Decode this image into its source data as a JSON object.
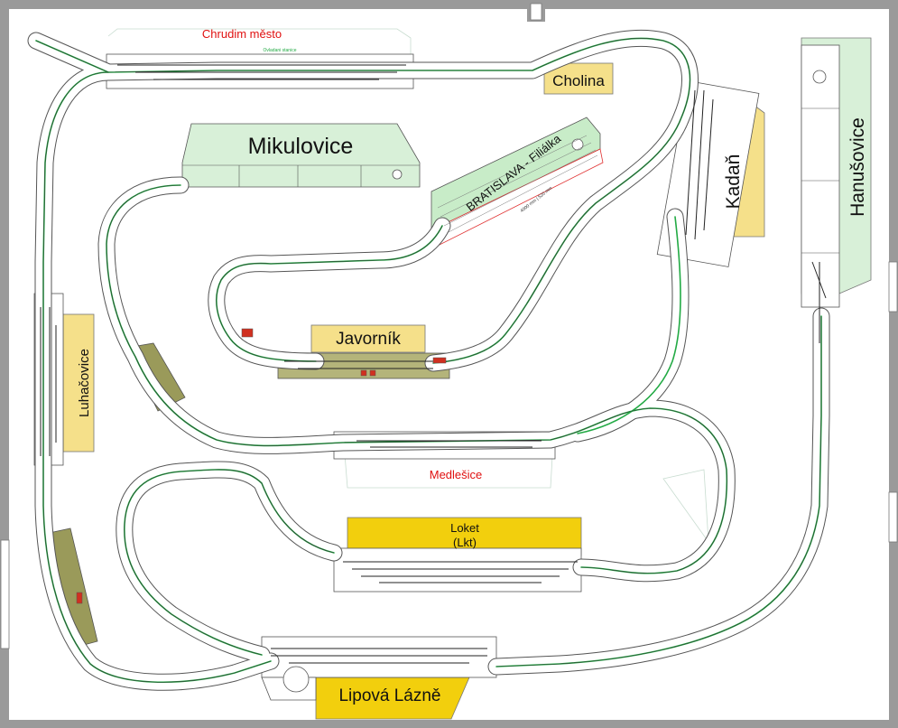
{
  "stations": {
    "chrudim": "Chrudim město",
    "chrudim_sub": "Ovladani stanice",
    "mikulovice": "Mikulovice",
    "bratislava": "BRATISLAVA - Filiálka",
    "bratislava_note": "4000 mm | 520 mm",
    "cholina": "Cholina",
    "kadan": "Kadaň",
    "hanusovice": "Hanušovice",
    "luhacovice": "Luhačovice",
    "javornik": "Javorník",
    "medlesice": "Medlešice",
    "loket_name": "Loket",
    "loket_code": "(Lkt)",
    "lipova": "Lipová Lázně"
  },
  "colors": {
    "room_wall": "#8a8a8a",
    "station_yellow": "#f5e08a",
    "station_gold": "#f2cf0d",
    "station_green": "#d8f0d8",
    "track_green": "#22aa44",
    "olive_module": "#9a9a5a",
    "text_red": "#e01010"
  }
}
